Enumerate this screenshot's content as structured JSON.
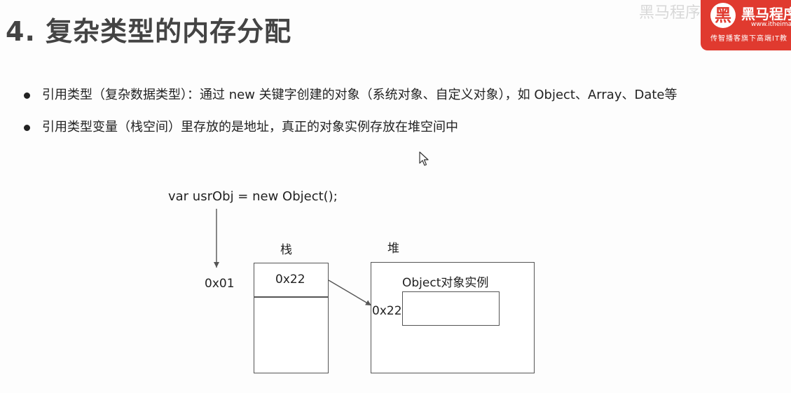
{
  "slide": {
    "title": "4. 复杂类型的内存分配",
    "bullets": [
      "引用类型（复杂数据类型）：通过 new 关键字创建的对象（系统对象、自定义对象），如 Object、Array、Date等",
      "引用类型变量（栈空间）里存放的是地址，真正的对象实例存放在堆空间中"
    ]
  },
  "logo": {
    "mark": "黑",
    "brand": "黑马程序",
    "url": "www.itheima",
    "slogan": "传智播客旗下高端IT教",
    "color": "#e03a2f"
  },
  "watermark": "黑马程序员",
  "diagram": {
    "code": "var  usrObj = new Object();",
    "var_address": "0x01",
    "stack_label": "栈",
    "heap_label": "堆",
    "stack_value": "0x22",
    "heap_address": "0x22",
    "object_label": "Object对象实例"
  },
  "icons": {
    "cursor": "mouse-pointer-icon"
  }
}
